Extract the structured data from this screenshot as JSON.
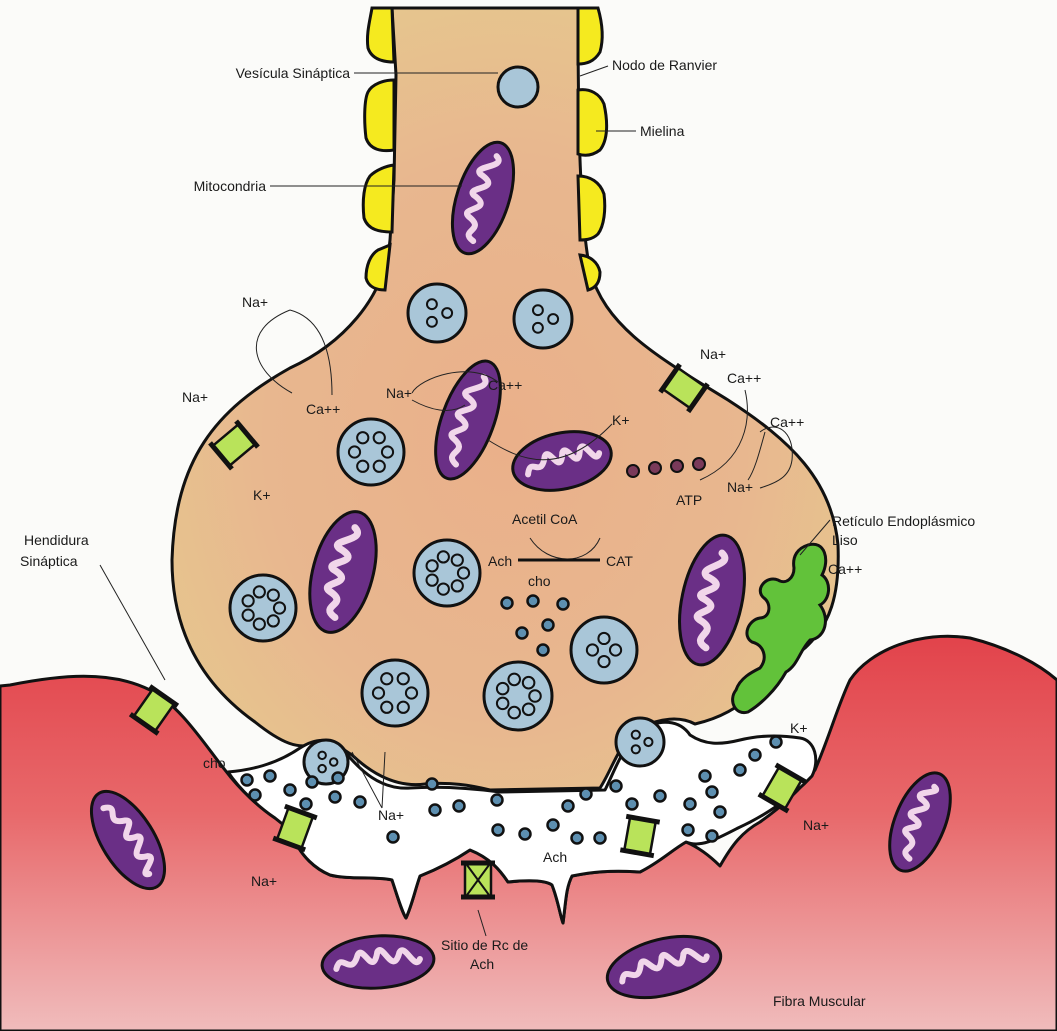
{
  "colors": {
    "terminal": "#e6b48c",
    "muscle": "#e0555a",
    "cleft": "#ffffff",
    "myelin": "#f5ea1f",
    "vesicle": "#a9c6d8",
    "mitochondria": "#6a2f86",
    "channel": "#b9e35a",
    "reticulum": "#62c23a",
    "outline": "#111111"
  },
  "labels": {
    "vesicula_sinaptica": "Vesícula Sináptica",
    "nodo_de_ranvier": "Nodo de Ranvier",
    "mielina": "Mielina",
    "mitocondria": "Mitocondria",
    "na_top_left": "Na+",
    "na_left": "Na+",
    "ca_left": "Ca++",
    "na_center": "Na+",
    "ca_center": "Ca++",
    "k_center": "K+",
    "na_right_top": "Na+",
    "ca_right_1": "Ca++",
    "ca_right_2": "Ca++",
    "na_right_mid": "Na+",
    "atp": "ATP",
    "k_left": "K+",
    "acetil_coa": "Acetil CoA",
    "reticulo_1": "Retículo Endoplásmico",
    "reticulo_2": "Liso",
    "ca_reticulo": "Ca++",
    "hendidura_1": "Hendidura",
    "hendidura_2": "Sináptica",
    "ach_center": "Ach",
    "cat": "CAT",
    "cho_center": "cho",
    "cho_left": "cho",
    "na_cleft": "Na+",
    "k_cleft": "K+",
    "na_muscle_right": "Na+",
    "na_muscle_left": "Na+",
    "ach_cleft": "Ach",
    "sitio_1": "Sitio de Rc de",
    "sitio_2": "Ach",
    "fibra_muscular": "Fibra Muscular"
  }
}
